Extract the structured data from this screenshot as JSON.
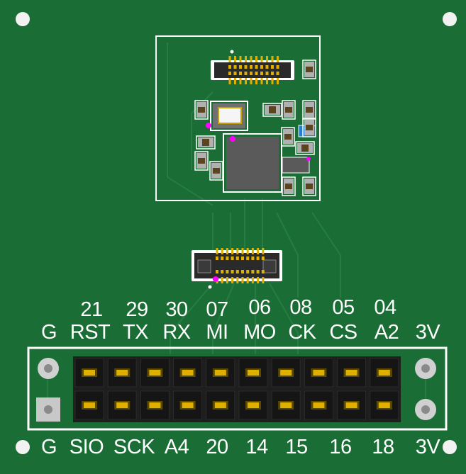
{
  "board": {
    "pin_numbers_row": [
      "21",
      "29",
      "30",
      "07",
      "06",
      "08",
      "05",
      "04"
    ],
    "top_row_labels": [
      "G",
      "RST",
      "TX",
      "RX",
      "MI",
      "MO",
      "CK",
      "CS",
      "A2",
      "3V"
    ],
    "bottom_row_labels": [
      "G",
      "SIO",
      "SCK",
      "A4",
      "20",
      "14",
      "15",
      "16",
      "18",
      "3V"
    ],
    "colors": {
      "pcb": "#1a6e35",
      "silkscreen": "#ffffff",
      "header_body": "#1e1e1e",
      "pin": "#e0b000",
      "pad": "#c0c0c0",
      "marker": "#ff00ff"
    }
  }
}
